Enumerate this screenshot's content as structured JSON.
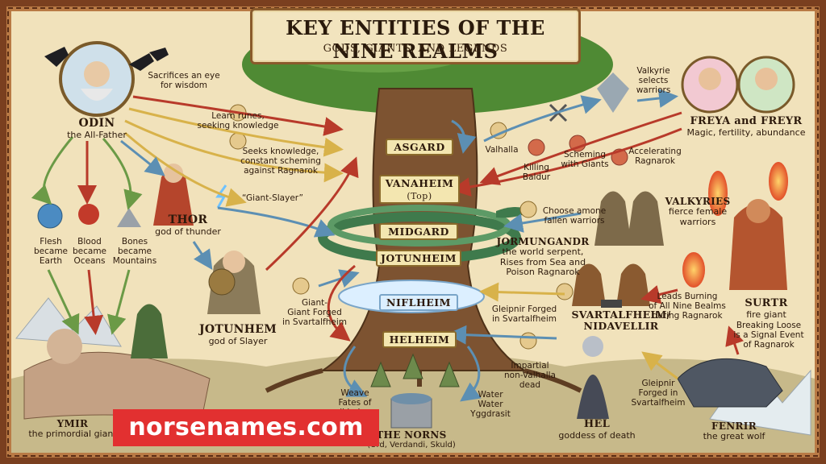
{
  "header": {
    "title": "KEY ENTITIES OF THE NINE REALMS",
    "subtitle": "GODS, GIANTS, AND LEGENDS"
  },
  "realms": [
    "ASGARD",
    "VANAHEIM",
    "(Top)",
    "MIDGARD",
    "JOTUNHEIM",
    "NIFLHEIM",
    "HELHEIM"
  ],
  "figures": {
    "odin": {
      "name": "ODIN",
      "sub": "the All-Father"
    },
    "thor": {
      "name": "THOR",
      "sub": "god of thunder"
    },
    "jotunhem": {
      "name": "JOTUNHEM",
      "sub": "god of Slayer"
    },
    "ymir": {
      "name": "YMIR",
      "sub": "the primordial giant"
    },
    "norns": {
      "name": "THE NORNS",
      "sub": "(Urd, Verdandi, Skuld)"
    },
    "hel": {
      "name": "HEL",
      "sub": "goddess of death"
    },
    "fenrir": {
      "name": "FENRIR",
      "sub": "the great wolf"
    },
    "surtr": {
      "name": "SURTR",
      "sub": "fire giant"
    },
    "freya": {
      "name": "FREYA and FREYR",
      "sub": "Magic, fertility, abundance"
    },
    "valkyries": {
      "name": "VALKYRIES",
      "sub": "fierce female\nwarriors"
    },
    "jormungandr": {
      "name": "JORMUNGANDR",
      "sub": "the world serpent,\nRises from Sea and\nPoison Ragnarok"
    },
    "svartalfheim": {
      "name": "SVARTALFHEIM/\nNIDAVELLIR"
    }
  },
  "annotations": {
    "sacrifices": "Sacrifices an eye\nfor wisdom",
    "runes": "Learn runes,\nseeking knowledge",
    "seeks": "Seeks knowledge,\nconstant scheming\nagainst Ragnarok",
    "giant_slayer": "“Giant-Slayer”",
    "flesh": "Flesh\nbecame\nEarth",
    "blood": "Blood\nbecame\nOceans",
    "bones": "Bones\nbecame\nMountains",
    "giant_forged": "Giant-\nGiant Forged\nin Svartalfheim",
    "weave": "Weave\nFates of\nall beings",
    "water": "Water\nWater\nYggdrasit",
    "valhalla": "Valhalla",
    "killing": "Killing\nBaldur",
    "scheming": "Scheming\nwith Giants",
    "accelerating": "Accelerating\nRagnarok",
    "valkyrie_selects": "Valkyrie\nselects\nwarriors",
    "choose": "Choose amone\nfallen warriors",
    "gleipnir1": "Gleipnir Forged\nin Svartalfheim",
    "leads": "Leads Burning\nof All Nine Bealms\nduring Ragnarok",
    "breaking": "Breaking Loose\nis a Signal Event\nof Ragnarok",
    "impartial": "Impartial\nnon-Valhalla\ndead",
    "gleipnir2": "Gleipnir\nForged in\nSvartalfheim"
  },
  "watermark": "norsenames.com",
  "colors": {
    "frame": "#7a3f1f",
    "parchment": "#f1e2bb",
    "trunk": "#7d5331",
    "canopy": "#4f8a34",
    "serpent": "#3f7a4c",
    "arrow_blue": "#5c8fb3",
    "arrow_red": "#b83a2a",
    "arrow_green": "#6b9a46",
    "arrow_yellow": "#d8b24a",
    "watermark_bg": "#e23030"
  }
}
